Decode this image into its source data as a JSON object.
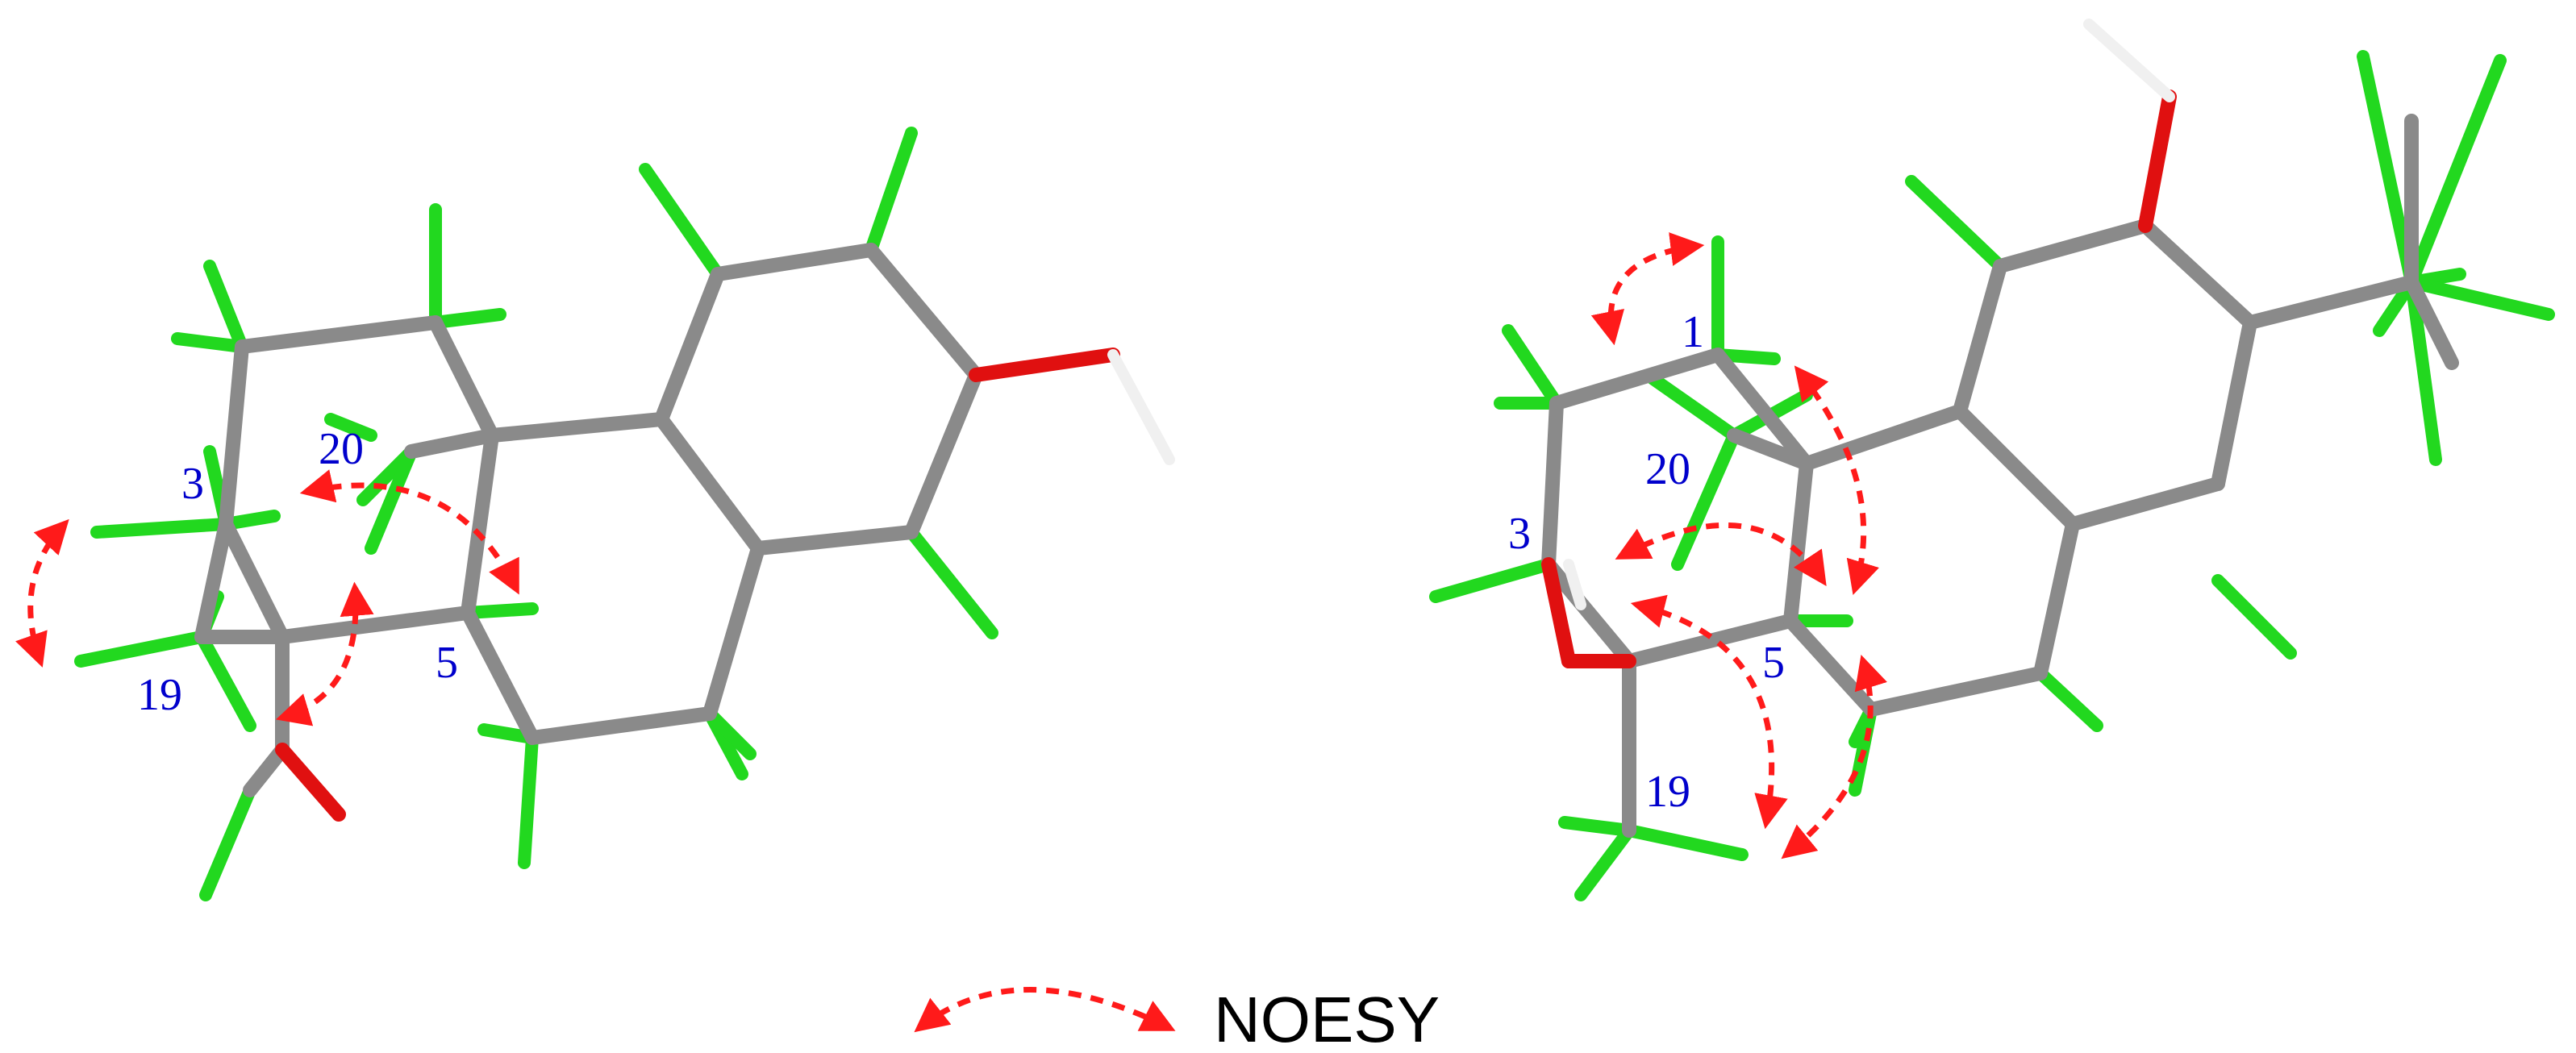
{
  "colors": {
    "carbon": "#8a8a8a",
    "hydrogen": "#22d81f",
    "oxygen": "#e01010",
    "hydroxyl_h": "#f0f0f0",
    "noesy": "#ff1a1a",
    "label": "#0000cc"
  },
  "legend": {
    "label": "NOESY"
  },
  "structures": [
    {
      "labels": {
        "c3": "3",
        "c20": "20",
        "c19": "19",
        "c5": "5"
      }
    },
    {
      "labels": {
        "c1": "1",
        "c20": "20",
        "c3": "3",
        "c5": "5",
        "c19": "19"
      }
    }
  ]
}
